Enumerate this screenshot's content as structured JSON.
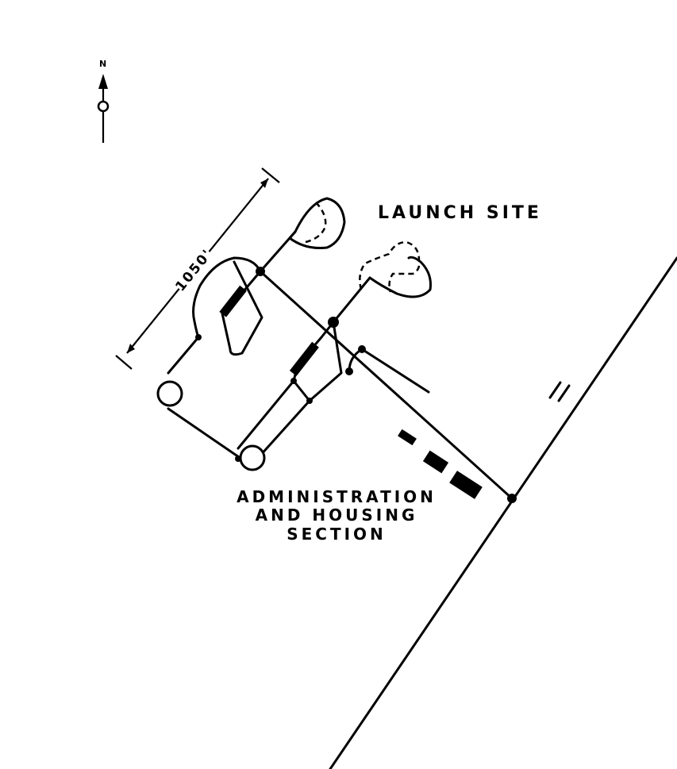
{
  "map": {
    "north_label": "N",
    "dimension_label": "1050'",
    "launch_site_label": "LAUNCH SITE",
    "admin_label_lines": [
      "ADMINISTRATION",
      "AND HOUSING",
      "SECTION"
    ]
  },
  "colors": {
    "ink": "#000000",
    "paper": "#ffffff"
  },
  "icons": {
    "north_arrow": "north-arrow-icon"
  }
}
